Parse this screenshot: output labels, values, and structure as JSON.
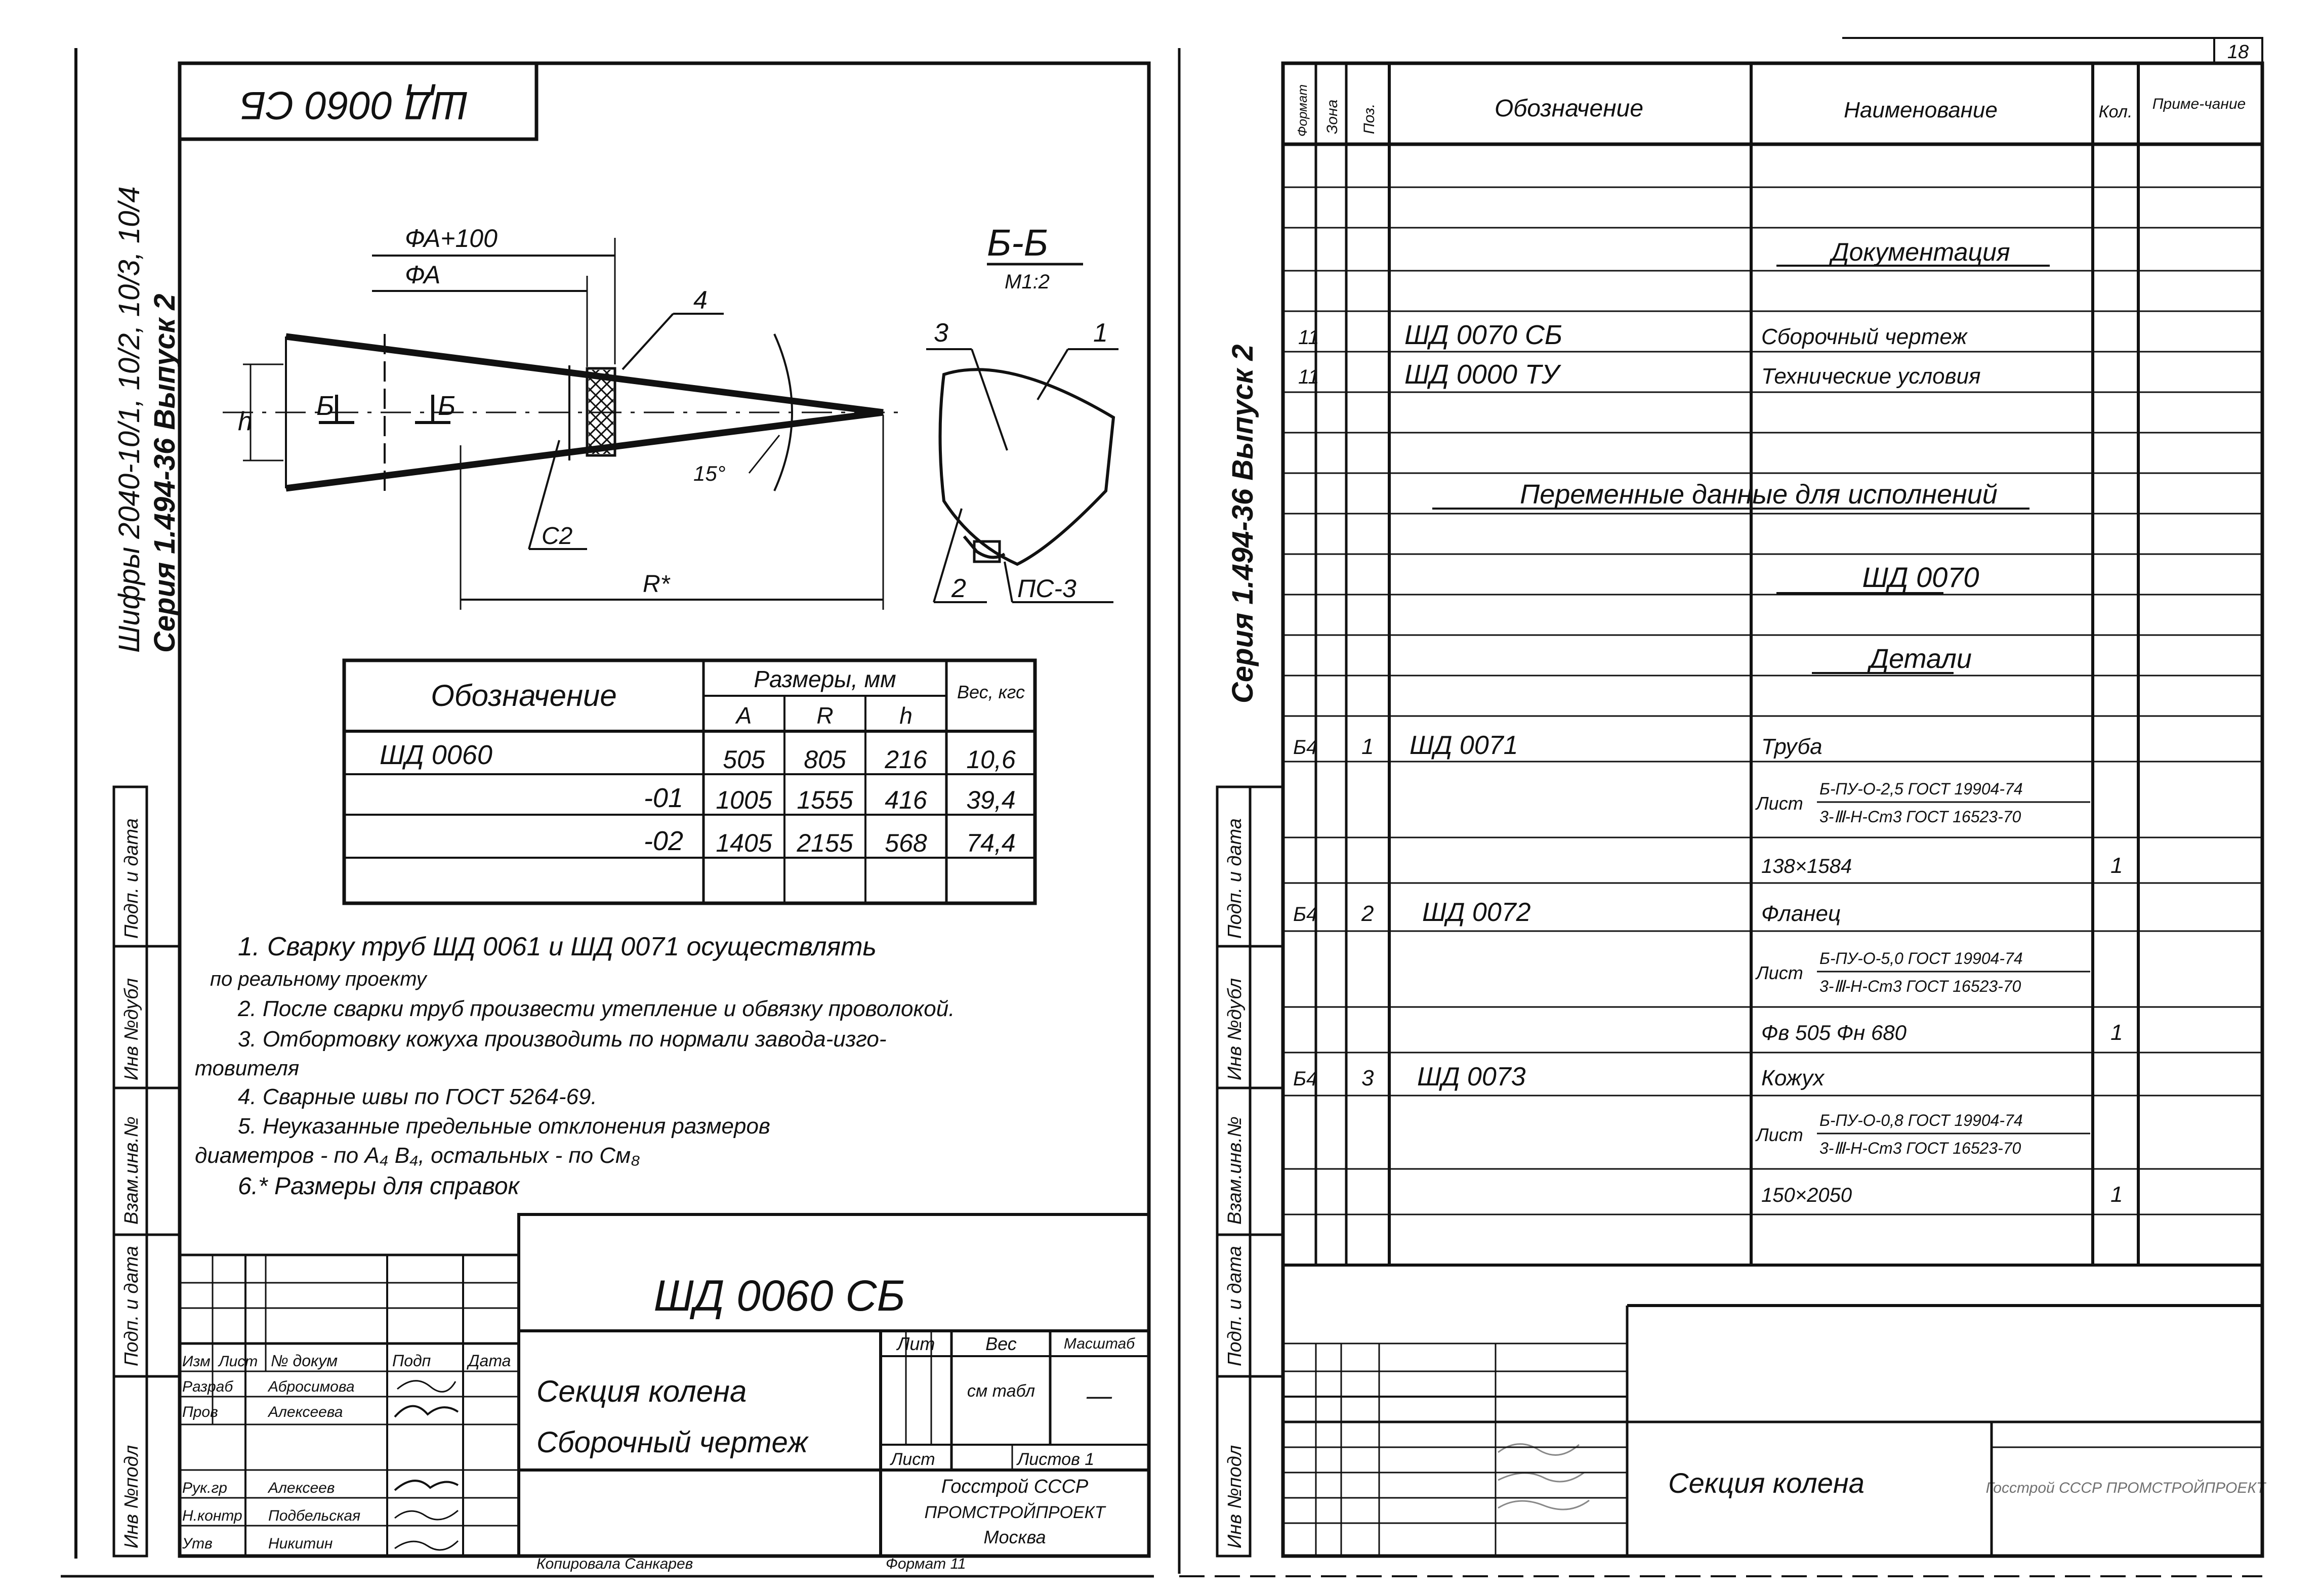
{
  "left_sheet": {
    "stamp_top": "ШД 0060 СБ",
    "side_code": "Шифры 2040-10/1, 10/2, 10/3, 10/4",
    "side_series": "Серия 1.494-36 Выпуск 2",
    "side_fields": [
      "Инв №подл",
      "Подп. и дата",
      "Взам.инв.№",
      "Инв №дубл",
      "Подп. и дата"
    ],
    "drawing": {
      "dim_phi_a100": "ФА+100",
      "dim_phi_a": "ФА",
      "dim_h": "h",
      "dim_r": "R*",
      "angle": "15°",
      "weld": "С2",
      "callout_4": "4",
      "section_mark": "Б",
      "section_title": "Б-Б",
      "section_scale": "М1:2",
      "callout_1": "1",
      "callout_2": "2",
      "callout_3": "3",
      "weld_pc": "ПС-3"
    },
    "table": {
      "col_designation": "Обозначение",
      "col_sizes": "Размеры, мм",
      "col_a": "А",
      "col_r": "R",
      "col_h": "h",
      "col_weight": "Вес, кгс",
      "rows": [
        {
          "name": "ШД 0060",
          "a": "505",
          "r": "805",
          "h": "216",
          "w": "10,6"
        },
        {
          "name": "-01",
          "a": "1005",
          "r": "1555",
          "h": "416",
          "w": "39,4"
        },
        {
          "name": "-02",
          "a": "1405",
          "r": "2155",
          "h": "568",
          "w": "74,4"
        }
      ]
    },
    "notes": [
      "1. Сварку труб ШД 0061 и ШД 0071 осуществлять",
      "по реальному проекту",
      "2. После сварки труб произвести утепление и обвязку проволокой.",
      "3. Отбортовку кожуха производить по нормали завода-изго-",
      "товителя",
      "4. Сварные швы по ГОСТ 5264-69.",
      "5. Неуказанные предельные отклонения размеров",
      "диаметров - по А₄ В₄, остальных - по См₈",
      "6.* Размеры для справок"
    ],
    "title_block": {
      "doc_code": "ШД 0060 СБ",
      "name_line1": "Секция колена",
      "name_line2": "Сборочный чертеж",
      "h_lit": "Лит",
      "h_weight": "Вес",
      "h_scale": "Масштаб",
      "weight_value": "см табл",
      "scale_value": "—",
      "sheet_label": "Лист",
      "sheets_label": "Листов 1",
      "org_line1": "Госстрой СССР",
      "org_line2": "ПРОМСТРОЙПРОЕКТ",
      "org_line3": "Москва",
      "head_cols": [
        "Изм",
        "Лист",
        "№ докум",
        "Подп",
        "Дата"
      ],
      "roles": [
        {
          "role": "Разраб",
          "name": "Абросимова"
        },
        {
          "role": "Пров",
          "name": "Алексеева"
        },
        {
          "role": "Рук.гр",
          "name": "Алексеев"
        },
        {
          "role": "Н.контр",
          "name": "Подбельская"
        },
        {
          "role": "Утв",
          "name": "Никитин"
        }
      ]
    },
    "footer_copied": "Копировала Санкарев",
    "footer_format": "Формат 11"
  },
  "right_sheet": {
    "sheet_no": "18",
    "side_series": "Серия 1.494-36 Выпуск 2",
    "side_fields": [
      "Инв №подл",
      "Подп. и дата",
      "Взам.инв.№",
      "Инв №дубл",
      "Подп. и дата"
    ],
    "headers": {
      "format": "Формат",
      "zone": "Зона",
      "pos": "Поз.",
      "designation": "Обозначение",
      "name": "Наименование",
      "qty": "Кол.",
      "note": "Приме-чание"
    },
    "sections": {
      "documentation": "Документация",
      "variable_data": "Переменные данные для исполнений",
      "variant": "ШД 0070",
      "parts": "Детали"
    },
    "doc_rows": [
      {
        "format": "11",
        "designation": "ШД 0070 СБ",
        "name": "Сборочный чертеж"
      },
      {
        "format": "11",
        "designation": "ШД 0000 ТУ",
        "name": "Технические условия"
      }
    ],
    "parts": [
      {
        "format": "Б4",
        "pos": "1",
        "designation": "ШД 0071",
        "name": "Труба",
        "spec_prefix": "Лист",
        "spec_top": "Б-ПУ-О-2,5 ГОСТ 19904-74",
        "spec_bottom": "3-Ⅲ-Н-Ст3 ГОСТ 16523-70",
        "size": "138×1584",
        "qty": "1"
      },
      {
        "format": "Б4",
        "pos": "2",
        "designation": "ШД 0072",
        "name": "Фланец",
        "spec_prefix": "Лист",
        "spec_top": "Б-ПУ-О-5,0 ГОСТ 19904-74",
        "spec_bottom": "3-Ⅲ-Н-Ст3 ГОСТ 16523-70",
        "size": "Фв 505 Фн 680",
        "qty": "1"
      },
      {
        "format": "Б4",
        "pos": "3",
        "designation": "ШД 0073",
        "name": "Кожух",
        "spec_prefix": "Лист",
        "spec_top": "Б-ПУ-О-0,8 ГОСТ 19904-74",
        "spec_bottom": "3-Ⅲ-Н-Ст3 ГОСТ 16523-70",
        "size": "150×2050",
        "qty": "1"
      }
    ],
    "title_block": {
      "name": "Секция колена",
      "org": "Госстрой СССР ПРОМСТРОЙПРОЕКТ"
    }
  }
}
